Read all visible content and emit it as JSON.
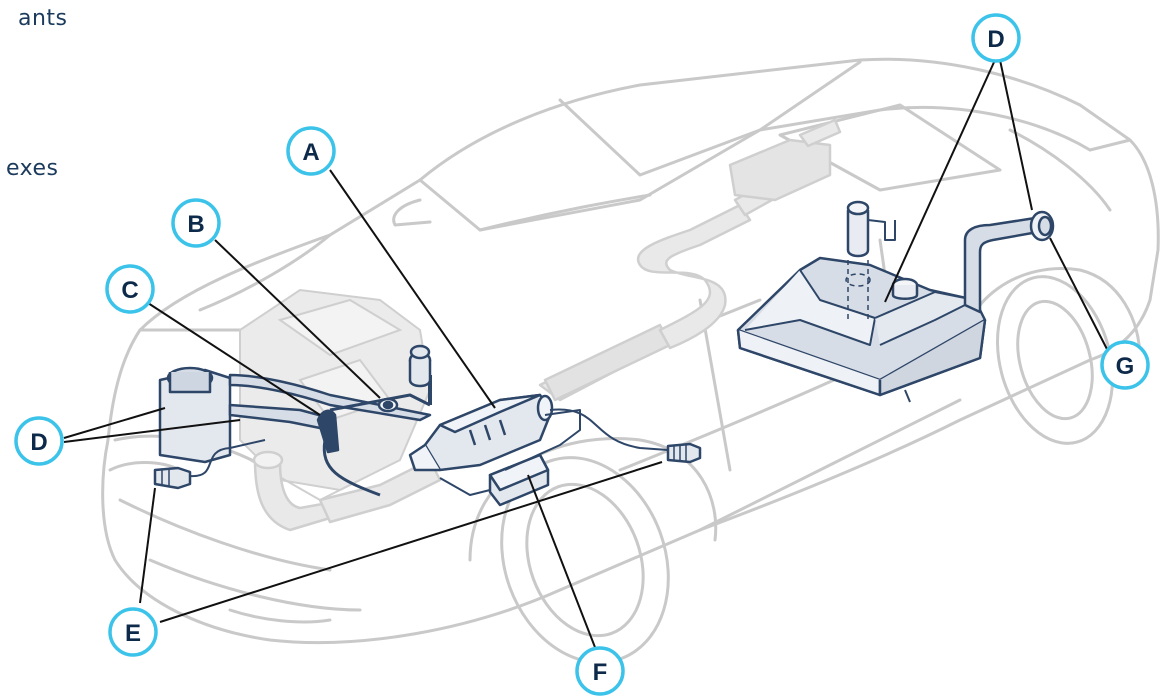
{
  "side_text": {
    "line1": "ants",
    "line2": "exes"
  },
  "colors": {
    "car_outline": "#c7c7c7",
    "component_stroke": "#2e4668",
    "component_fill": "#e3e8ef",
    "badge_ring": "#3cc3ea",
    "badge_text": "#0d2a4a",
    "leader_line": "#111111"
  },
  "labels": {
    "A": "A",
    "B": "B",
    "C": "C",
    "D_front": "D",
    "D_rear": "D",
    "E": "E",
    "F": "F",
    "G": "G"
  },
  "components": {
    "A": "catalytic-converter",
    "B": "engine-port",
    "C": "hose",
    "D": "fuel-vapor-lines-and-tank",
    "E": "oxygen-sensors",
    "F": "control-module",
    "G": "filler-neck"
  }
}
